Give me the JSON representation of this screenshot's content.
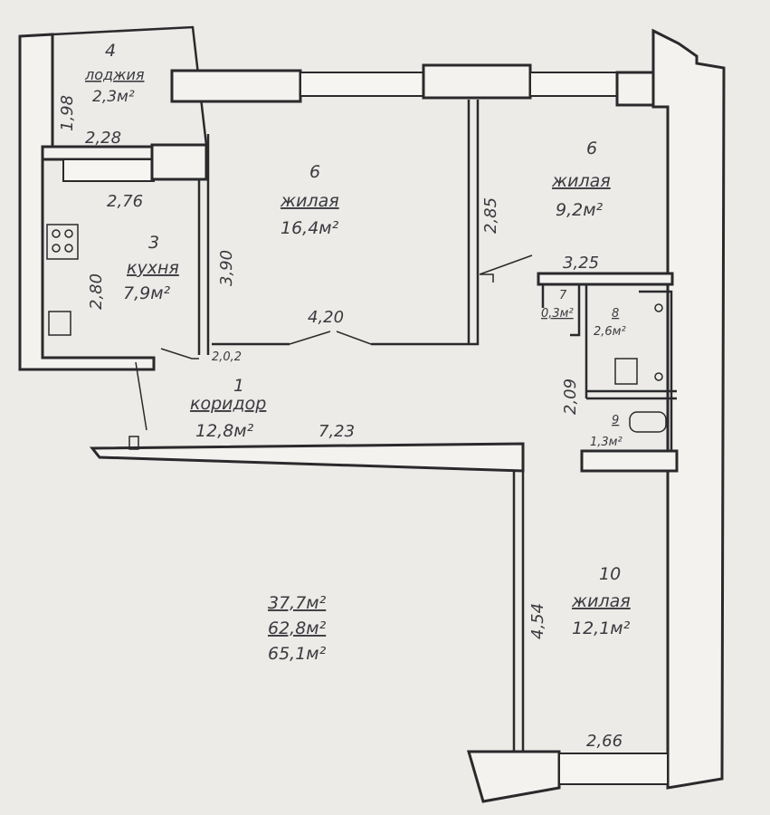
{
  "rooms": {
    "loggia": {
      "number": "4",
      "name": "лоджия",
      "area": "2,3м²"
    },
    "kitchen": {
      "number": "3",
      "name": "кухня",
      "area": "7,9м²"
    },
    "living1": {
      "number": "6",
      "name": "жилая",
      "area": "16,4м²"
    },
    "living2": {
      "number": "6",
      "name": "жилая",
      "area": "9,2м²"
    },
    "corridor": {
      "number": "1",
      "name": "коридор",
      "area": "12,8м²"
    },
    "wc": {
      "number": "7",
      "area": "0,3м²"
    },
    "bath": {
      "number": "8",
      "area": "2,6м²"
    },
    "storage": {
      "number": "9",
      "area": "1,3м²"
    },
    "living3": {
      "number": "10",
      "name": "жилая",
      "area": "12,1м²"
    }
  },
  "dimensions": {
    "loggia_h": "1,98",
    "loggia_w": "2,28",
    "kitchen_w": "2,76",
    "kitchen_h": "2,80",
    "kitchen_right": "3,90",
    "living1_w": "4,20",
    "living1_door": "2,0,2",
    "living2_h": "2,85",
    "living2_w": "3,25",
    "bath_h": "2,09",
    "corridor_len": "7,23",
    "living3_h": "4,54",
    "living3_w": "2,66"
  },
  "totals": {
    "living": "37,7м²",
    "total": "62,8м²",
    "with_loggia": "65,1м²"
  }
}
